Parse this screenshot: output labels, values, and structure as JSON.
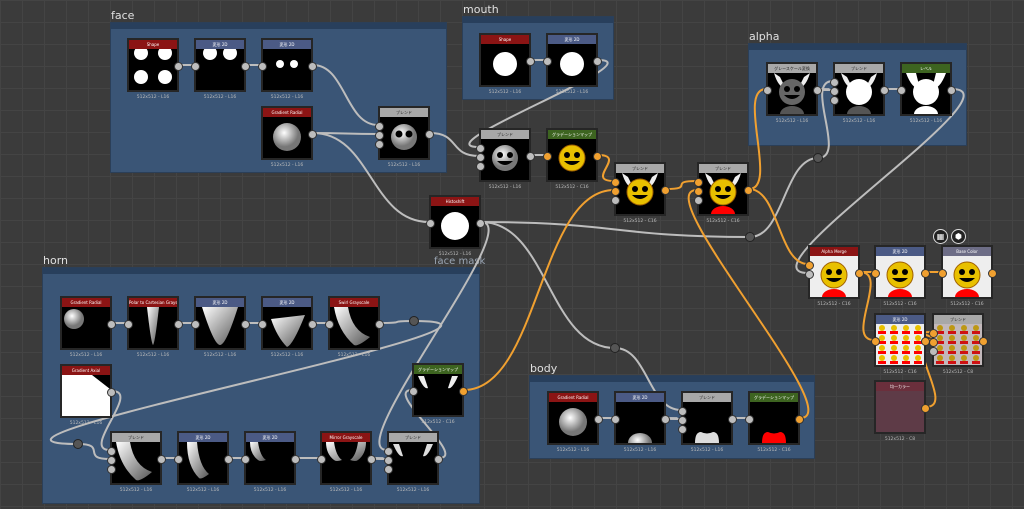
{
  "groups": [
    {
      "id": "face",
      "label": "face"
    },
    {
      "id": "mouth",
      "label": "mouth"
    },
    {
      "id": "alpha",
      "label": "alpha"
    },
    {
      "id": "horn",
      "label": "horn",
      "right_label": "face mask"
    },
    {
      "id": "body",
      "label": "body"
    }
  ],
  "colors": {
    "generator": "#8b1414",
    "transform": "#4b5a85",
    "blend": "#a8a8a8",
    "gradient_map": "#3d6420",
    "uniform": "#6b2f3c",
    "output": "#6d6d86",
    "wire_color": "#f0a030",
    "wire_gray": "#bdbdbd"
  },
  "nodes": [
    {
      "id": "n1",
      "title": "Shape",
      "kind": "generator",
      "caption": "512x512 - L16"
    },
    {
      "id": "n2",
      "title": "変形 2D",
      "kind": "transform",
      "caption": "512x512 - L16"
    },
    {
      "id": "n3",
      "title": "変形 2D",
      "kind": "transform",
      "caption": "512x512 - L16"
    },
    {
      "id": "n4",
      "title": "Gradient Radial",
      "kind": "generator",
      "caption": "512x512 - L16"
    },
    {
      "id": "n5",
      "title": "ブレンド",
      "kind": "blend",
      "caption": "512x512 - L16"
    },
    {
      "id": "m1",
      "title": "Shape",
      "kind": "generator",
      "caption": "512x512 - L16"
    },
    {
      "id": "m2",
      "title": "変形 2D",
      "kind": "transform",
      "caption": "512x512 - L16"
    },
    {
      "id": "b1",
      "title": "ブレンド",
      "kind": "blend",
      "caption": "512x512 - L16"
    },
    {
      "id": "b2",
      "title": "グラデーションマップ",
      "kind": "gradient_map",
      "caption": "512x512 - C16"
    },
    {
      "id": "b3",
      "title": "ブレンド",
      "kind": "blend",
      "caption": "512x512 - C16"
    },
    {
      "id": "b4",
      "title": "ブレンド",
      "kind": "blend",
      "caption": "512x512 - C16"
    },
    {
      "id": "h",
      "title": "Histoshift",
      "kind": "generator",
      "caption": "512x512 - L16"
    },
    {
      "id": "a1",
      "title": "グレースケール変換",
      "kind": "blend",
      "caption": "512x512 - L16"
    },
    {
      "id": "a2",
      "title": "ブレンド",
      "kind": "blend",
      "caption": "512x512 - L16"
    },
    {
      "id": "a3",
      "title": "レベル",
      "kind": "gradient_map",
      "caption": "512x512 - L16"
    },
    {
      "id": "r1",
      "title": "Alpha Merge",
      "kind": "generator",
      "caption": "512x512 - C16"
    },
    {
      "id": "r2",
      "title": "変形 2D",
      "kind": "transform",
      "caption": "512x512 - C16"
    },
    {
      "id": "r3",
      "title": "Base Color",
      "kind": "output",
      "caption": "512x512 - C16"
    },
    {
      "id": "t1",
      "title": "変形 2D",
      "kind": "transform",
      "caption": "512x512 - C16"
    },
    {
      "id": "t2",
      "title": "ブレンド",
      "kind": "blend",
      "caption": "512x512 - C8"
    },
    {
      "id": "u1",
      "title": "均一カラー",
      "kind": "uniform",
      "caption": "512x512 - C8"
    },
    {
      "id": "y1",
      "title": "Gradient Radial",
      "kind": "generator",
      "caption": "512x512 - L16"
    },
    {
      "id": "y2",
      "title": "変形 2D",
      "kind": "transform",
      "caption": "512x512 - L16"
    },
    {
      "id": "y3",
      "title": "ブレンド",
      "kind": "blend",
      "caption": "512x512 - L16"
    },
    {
      "id": "y4",
      "title": "グラデーションマップ",
      "kind": "gradient_map",
      "caption": "512x512 - C16"
    },
    {
      "id": "p1",
      "title": "Gradient Radial",
      "kind": "generator",
      "caption": "512x512 - L16"
    },
    {
      "id": "p2",
      "title": "Polar to Cartesian Grayscale",
      "kind": "generator",
      "caption": "512x512 - L16"
    },
    {
      "id": "p3",
      "title": "変形 2D",
      "kind": "transform",
      "caption": "512x512 - L16"
    },
    {
      "id": "p4",
      "title": "変形 2D",
      "kind": "transform",
      "caption": "512x512 - L16"
    },
    {
      "id": "p5",
      "title": "Swirl Grayscale",
      "kind": "generator",
      "caption": "512x512 - L16"
    },
    {
      "id": "ga",
      "title": "Gradient Axial",
      "kind": "generator",
      "caption": "512x512 - L16"
    },
    {
      "id": "gm",
      "title": "グラデーションマップ",
      "kind": "gradient_map",
      "caption": "512x512 - C16"
    },
    {
      "id": "q1",
      "title": "ブレンド",
      "kind": "blend",
      "caption": "512x512 - L16"
    },
    {
      "id": "q2",
      "title": "変形 2D",
      "kind": "transform",
      "caption": "512x512 - L16"
    },
    {
      "id": "q3",
      "title": "変形 2D",
      "kind": "transform",
      "caption": "512x512 - L16"
    },
    {
      "id": "q4",
      "title": "Mirror Grayscale",
      "kind": "generator",
      "caption": "512x512 - L16"
    },
    {
      "id": "q5",
      "title": "ブレンド",
      "kind": "blend",
      "caption": "512x512 - L16"
    }
  ],
  "view_icons": [
    "2d-view-icon",
    "3d-view-icon"
  ]
}
